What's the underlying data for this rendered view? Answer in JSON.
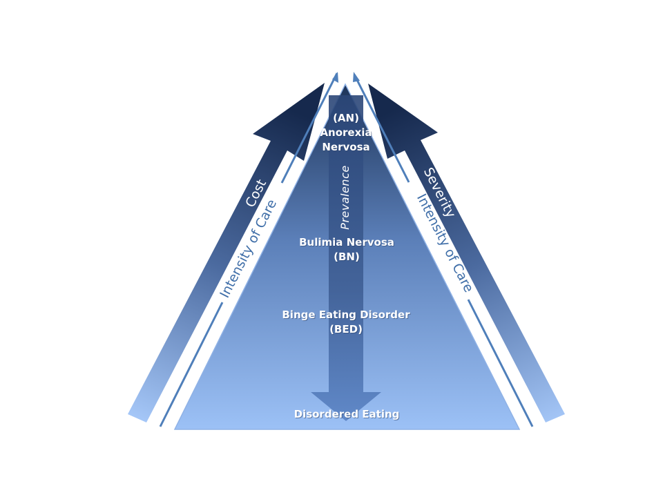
{
  "levels": {
    "top_line1": "(AN)",
    "top_line2": "Anorexia",
    "top_line3": "Nervosa",
    "mid_line1": "Bulimia Nervosa",
    "mid_line2": "(BN)",
    "low_line1": "Binge Eating Disorder",
    "low_line2": "(BED)",
    "base": "Disordered Eating"
  },
  "axis": {
    "center": "Prevalence",
    "left_outer": "Cost",
    "left_inner": "Intensity of Care",
    "right_outer": "Severity",
    "right_inner": "Intensity of Care"
  },
  "colors": {
    "dark_navy": "#1c3560",
    "light_blue": "#9dc1f5",
    "line_blue": "#4f7fba"
  }
}
